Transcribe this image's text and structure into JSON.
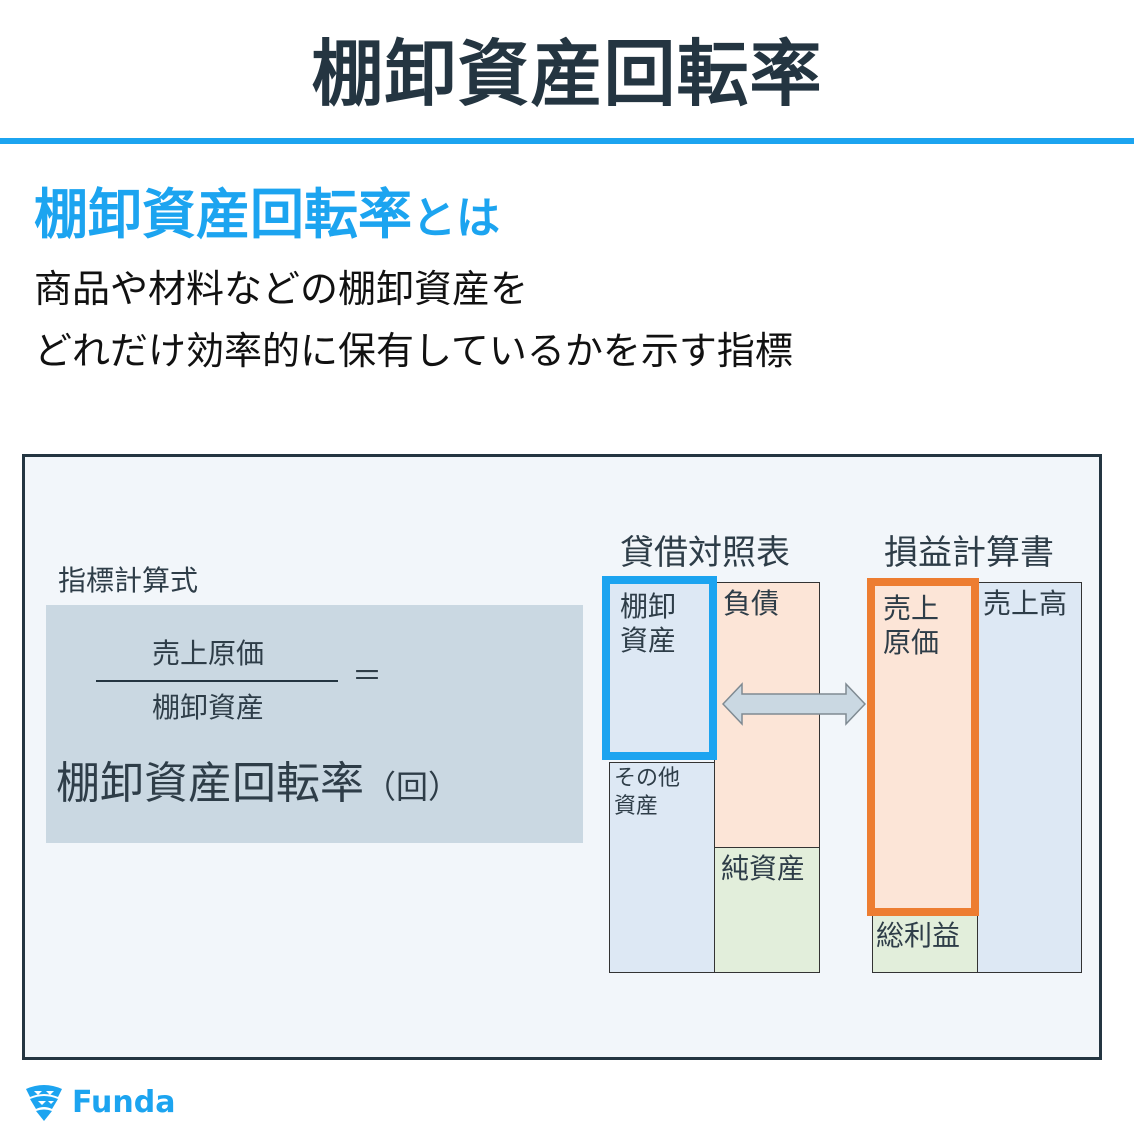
{
  "header": {
    "title": "棚卸資産回転率"
  },
  "intro": {
    "heading_main": "棚卸資産回転率",
    "heading_suffix": "とは",
    "description_line1": "商品や材料などの棚卸資産を",
    "description_line2": "どれだけ効率的に保有しているかを示す指標"
  },
  "formula": {
    "label": "指標計算式",
    "numerator": "売上原価",
    "denominator": "棚卸資産",
    "equals": "＝",
    "result": "棚卸資産回転率",
    "unit": "（回）"
  },
  "balance_sheet": {
    "title": "貸借対照表",
    "inventory": "棚卸\n資産",
    "other_assets": "その他\n資産",
    "liabilities": "負債",
    "net_assets": "純資産"
  },
  "income_statement": {
    "title": "損益計算書",
    "cost_of_sales": "売上\n原価",
    "gross_profit": "総利益",
    "sales": "売上高"
  },
  "colors": {
    "accent_blue": "#1ca4f0",
    "accent_orange": "#ed7d31",
    "title_dark": "#243541"
  },
  "brand": {
    "logo_text": "Funda"
  }
}
